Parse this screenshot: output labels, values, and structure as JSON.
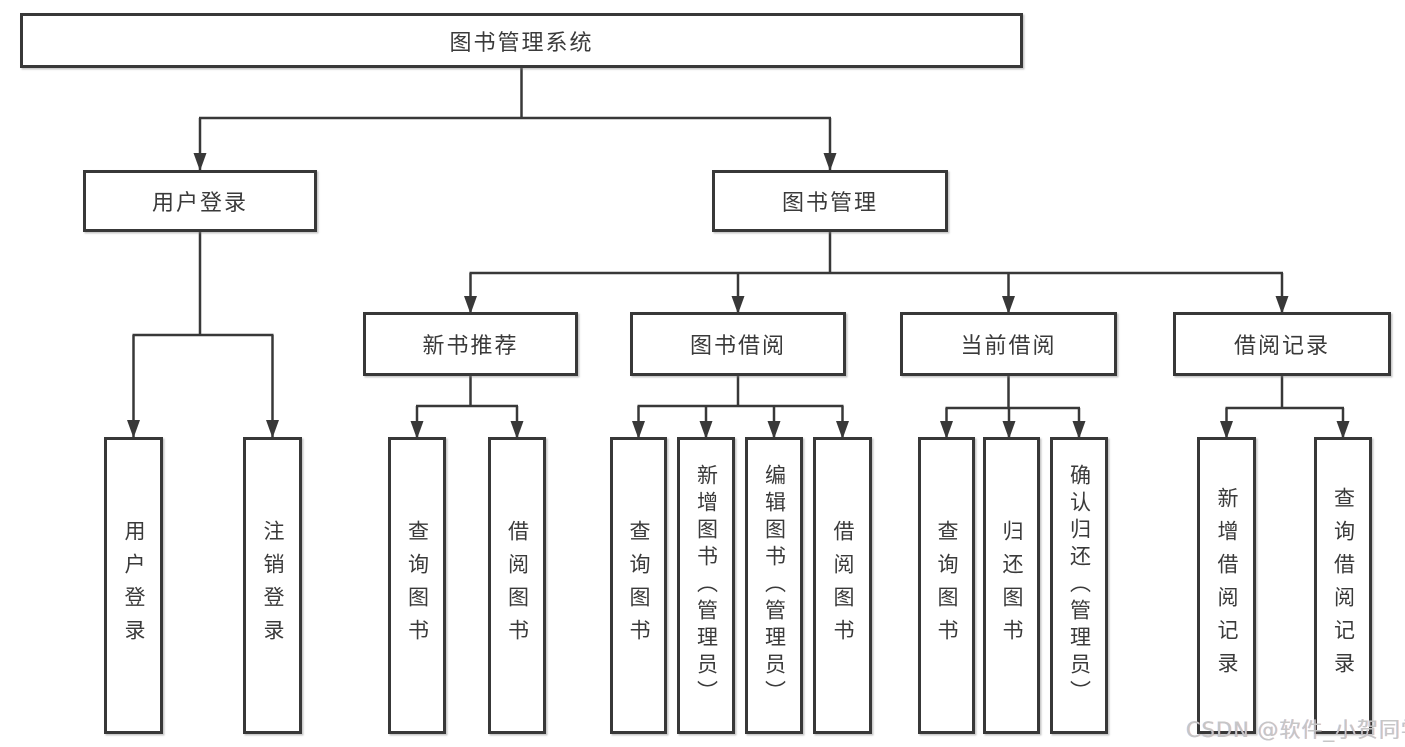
{
  "colors": {
    "line": "#383838",
    "text": "#3a3a3a",
    "boxbg": "#ffffff",
    "watermark": "#c6c6c6"
  },
  "watermark": "CSDN @软件_小贺同学",
  "tree": {
    "label": "图书管理系统",
    "children": [
      {
        "label": "用户登录",
        "children": [
          {
            "label": "用户登录"
          },
          {
            "label": "注销登录"
          }
        ]
      },
      {
        "label": "图书管理",
        "children": [
          {
            "label": "新书推荐",
            "children": [
              {
                "label": "查询图书"
              },
              {
                "label": "借阅图书"
              }
            ]
          },
          {
            "label": "图书借阅",
            "children": [
              {
                "label": "查询图书"
              },
              {
                "label": "新增图书（管理员）"
              },
              {
                "label": "编辑图书（管理员）"
              },
              {
                "label": "借阅图书"
              }
            ]
          },
          {
            "label": "当前借阅",
            "children": [
              {
                "label": "查询图书"
              },
              {
                "label": "归还图书"
              },
              {
                "label": "确认归还（管理员）"
              }
            ]
          },
          {
            "label": "借阅记录",
            "children": [
              {
                "label": "新增借阅记录"
              },
              {
                "label": "查询借阅记录"
              }
            ]
          }
        ]
      }
    ]
  }
}
